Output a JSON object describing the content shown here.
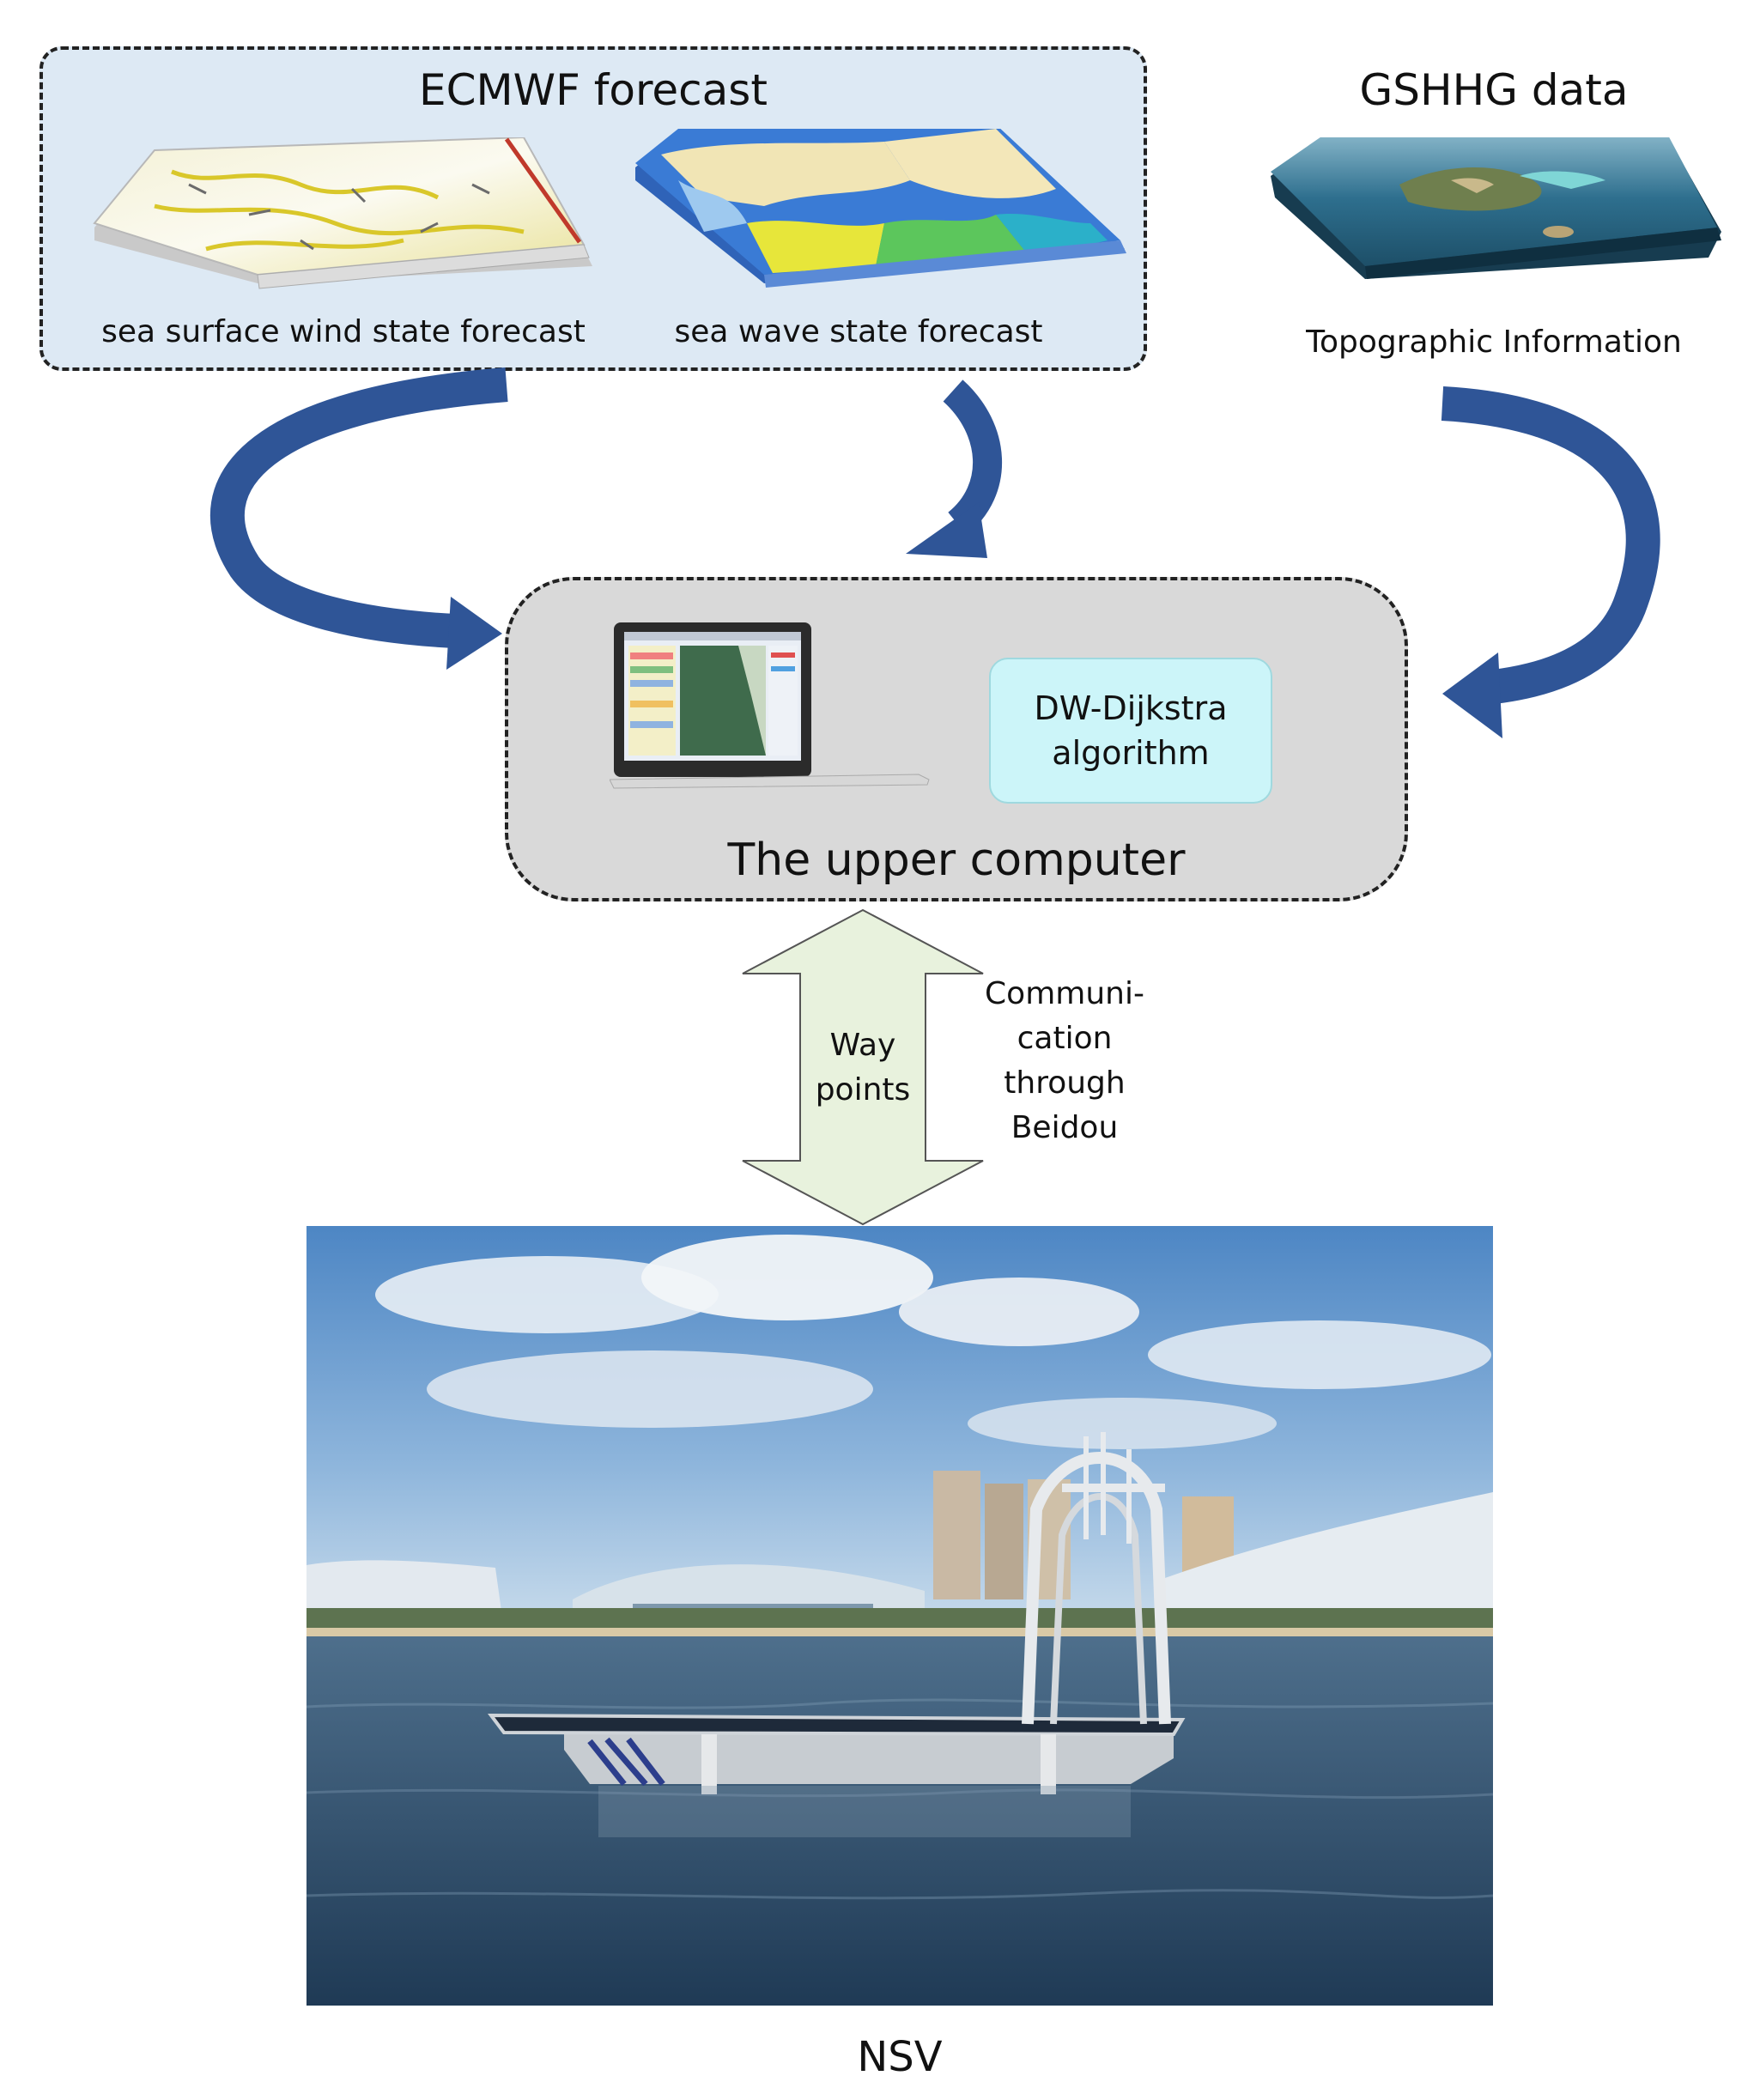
{
  "ecmwf": {
    "title": "ECMWF forecast",
    "wind_caption": "sea surface wind state forecast",
    "wave_caption": "sea wave state forecast"
  },
  "gshhg": {
    "title": "GSHHG data",
    "caption": "Topographic Information"
  },
  "upper_computer": {
    "title": "The upper computer",
    "algorithm_line1": "DW-Dijkstra",
    "algorithm_line2": "algorithm"
  },
  "link": {
    "arrow_line1": "Way",
    "arrow_line2": "points",
    "comm_line1": "Communi-",
    "comm_line2": "cation",
    "comm_line3": "through",
    "comm_line4": "Beidou"
  },
  "nsv": {
    "caption": "NSV"
  },
  "colors": {
    "flow_arrow": "#2f5597",
    "ecmwf_fill": "#dde9f4",
    "upper_fill": "#d9d9d9",
    "algo_fill": "#ccf5f9",
    "link_arrow_fill": "#e8f2dd"
  }
}
